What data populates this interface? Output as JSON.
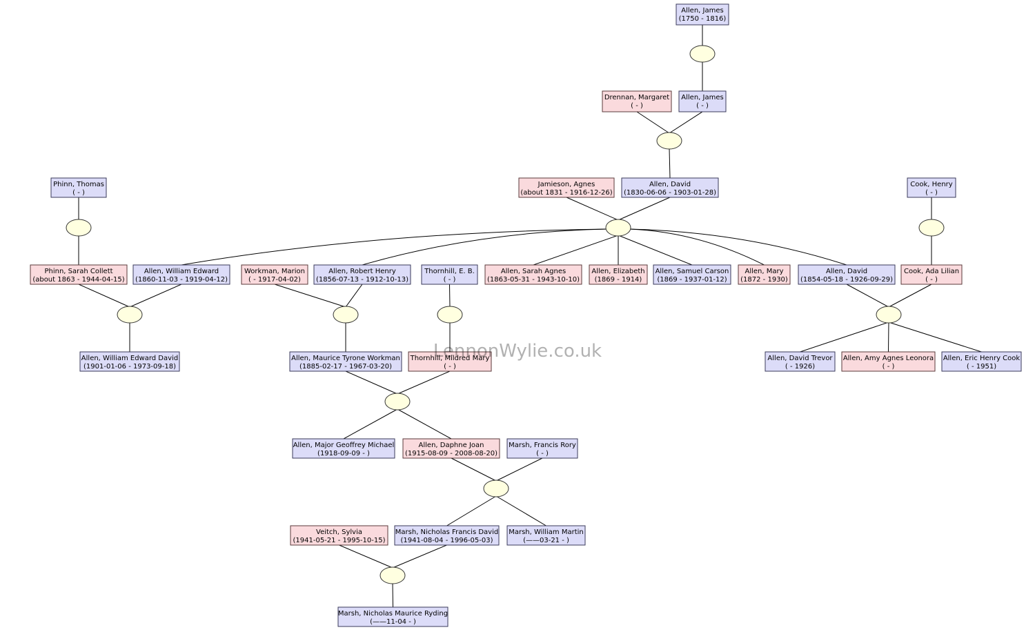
{
  "watermark": "LennonWylie.co.uk",
  "colors": {
    "male": "#dcdcf8",
    "female": "#fadadd",
    "family": "#ffffe0"
  },
  "people": [
    {
      "id": "p1",
      "name": "Allen, James",
      "dates": "(1750 - 1816)",
      "sex": "male"
    },
    {
      "id": "p2",
      "name": "Drennan, Margaret",
      "dates": "( - )",
      "sex": "female"
    },
    {
      "id": "p3",
      "name": "Allen, James",
      "dates": "( - )",
      "sex": "male"
    },
    {
      "id": "p4",
      "name": "Phinn, Thomas",
      "dates": "( - )",
      "sex": "male"
    },
    {
      "id": "p5",
      "name": "Jamieson, Agnes",
      "dates": "(about 1831 - 1916-12-26)",
      "sex": "female"
    },
    {
      "id": "p6",
      "name": "Allen, David",
      "dates": "(1830-06-06 - 1903-01-28)",
      "sex": "male"
    },
    {
      "id": "p7",
      "name": "Cook, Henry",
      "dates": "( - )",
      "sex": "male"
    },
    {
      "id": "p8",
      "name": "Phinn, Sarah Collett",
      "dates": "(about 1863 - 1944-04-15)",
      "sex": "female"
    },
    {
      "id": "p9",
      "name": "Allen, William Edward",
      "dates": "(1860-11-03 - 1919-04-12)",
      "sex": "male"
    },
    {
      "id": "p10",
      "name": "Workman, Marion",
      "dates": "( - 1917-04-02)",
      "sex": "female"
    },
    {
      "id": "p11",
      "name": "Allen, Robert Henry",
      "dates": "(1856-07-13 - 1912-10-13)",
      "sex": "male"
    },
    {
      "id": "p12",
      "name": "Thornhill, E. B.",
      "dates": "( - )",
      "sex": "male"
    },
    {
      "id": "p13",
      "name": "Allen, Sarah Agnes",
      "dates": "(1863-05-31 - 1943-10-10)",
      "sex": "female"
    },
    {
      "id": "p14",
      "name": "Allen, Elizabeth",
      "dates": "(1869 - 1914)",
      "sex": "female"
    },
    {
      "id": "p15",
      "name": "Allen, Samuel Carson",
      "dates": "(1869 - 1937-01-12)",
      "sex": "male"
    },
    {
      "id": "p16",
      "name": "Allen, Mary",
      "dates": "(1872 - 1930)",
      "sex": "female"
    },
    {
      "id": "p17",
      "name": "Allen, David",
      "dates": "(1854-05-18 - 1926-09-29)",
      "sex": "male"
    },
    {
      "id": "p18",
      "name": "Cook, Ada Lilian",
      "dates": "( - )",
      "sex": "female"
    },
    {
      "id": "p19",
      "name": "Allen, William Edward David",
      "dates": "(1901-01-06 - 1973-09-18)",
      "sex": "male"
    },
    {
      "id": "p20",
      "name": "Allen, Maurice Tyrone Workman",
      "dates": "(1885-02-17 - 1967-03-20)",
      "sex": "male"
    },
    {
      "id": "p21",
      "name": "Thornhill, Mildred Mary",
      "dates": "( - )",
      "sex": "female"
    },
    {
      "id": "p22",
      "name": "Allen, David Trevor",
      "dates": "( - 1926)",
      "sex": "male"
    },
    {
      "id": "p23",
      "name": "Allen, Amy Agnes Leonora",
      "dates": "( - )",
      "sex": "female"
    },
    {
      "id": "p24",
      "name": "Allen, Eric Henry Cook",
      "dates": "( - 1951)",
      "sex": "male"
    },
    {
      "id": "p25",
      "name": "Allen, Major Geoffrey Michael",
      "dates": "(1918-09-09 - )",
      "sex": "male"
    },
    {
      "id": "p26",
      "name": "Allen, Daphne Joan",
      "dates": "(1915-08-09 - 2008-08-20)",
      "sex": "female"
    },
    {
      "id": "p27",
      "name": "Marsh, Francis Rory",
      "dates": "( - )",
      "sex": "male"
    },
    {
      "id": "p28",
      "name": "Veitch, Sylvia",
      "dates": "(1941-05-21 - 1995-10-15)",
      "sex": "female"
    },
    {
      "id": "p29",
      "name": "Marsh, Nicholas Francis David",
      "dates": "(1941-08-04 - 1996-05-03)",
      "sex": "male"
    },
    {
      "id": "p30",
      "name": "Marsh, William Martin",
      "dates": "(——03-21 - )",
      "sex": "male"
    },
    {
      "id": "p31",
      "name": "Marsh, Nicholas Maurice Ryding",
      "dates": "(——11-04 - )",
      "sex": "male"
    }
  ],
  "families": [
    {
      "id": "f1",
      "parents": [
        "p1"
      ],
      "children": [
        "p3"
      ]
    },
    {
      "id": "f2",
      "parents": [
        "p2",
        "p3"
      ],
      "children": [
        "p6"
      ]
    },
    {
      "id": "f3",
      "parents": [
        "p4"
      ],
      "children": [
        "p8"
      ]
    },
    {
      "id": "f4",
      "parents": [
        "p5",
        "p6"
      ],
      "children": [
        "p9",
        "p11",
        "p13",
        "p14",
        "p15",
        "p16",
        "p17"
      ]
    },
    {
      "id": "f5",
      "parents": [
        "p7"
      ],
      "children": [
        "p18"
      ]
    },
    {
      "id": "f6",
      "parents": [
        "p8",
        "p9"
      ],
      "children": [
        "p19"
      ]
    },
    {
      "id": "f7",
      "parents": [
        "p10",
        "p11"
      ],
      "children": [
        "p20"
      ]
    },
    {
      "id": "f8",
      "parents": [
        "p12"
      ],
      "children": [
        "p21"
      ]
    },
    {
      "id": "f9",
      "parents": [
        "p17",
        "p18"
      ],
      "children": [
        "p22",
        "p23",
        "p24"
      ]
    },
    {
      "id": "f10",
      "parents": [
        "p20",
        "p21"
      ],
      "children": [
        "p25",
        "p26"
      ]
    },
    {
      "id": "f11",
      "parents": [
        "p26",
        "p27"
      ],
      "children": [
        "p29",
        "p30"
      ]
    },
    {
      "id": "f12",
      "parents": [
        "p28",
        "p29"
      ],
      "children": [
        "p31"
      ]
    }
  ]
}
